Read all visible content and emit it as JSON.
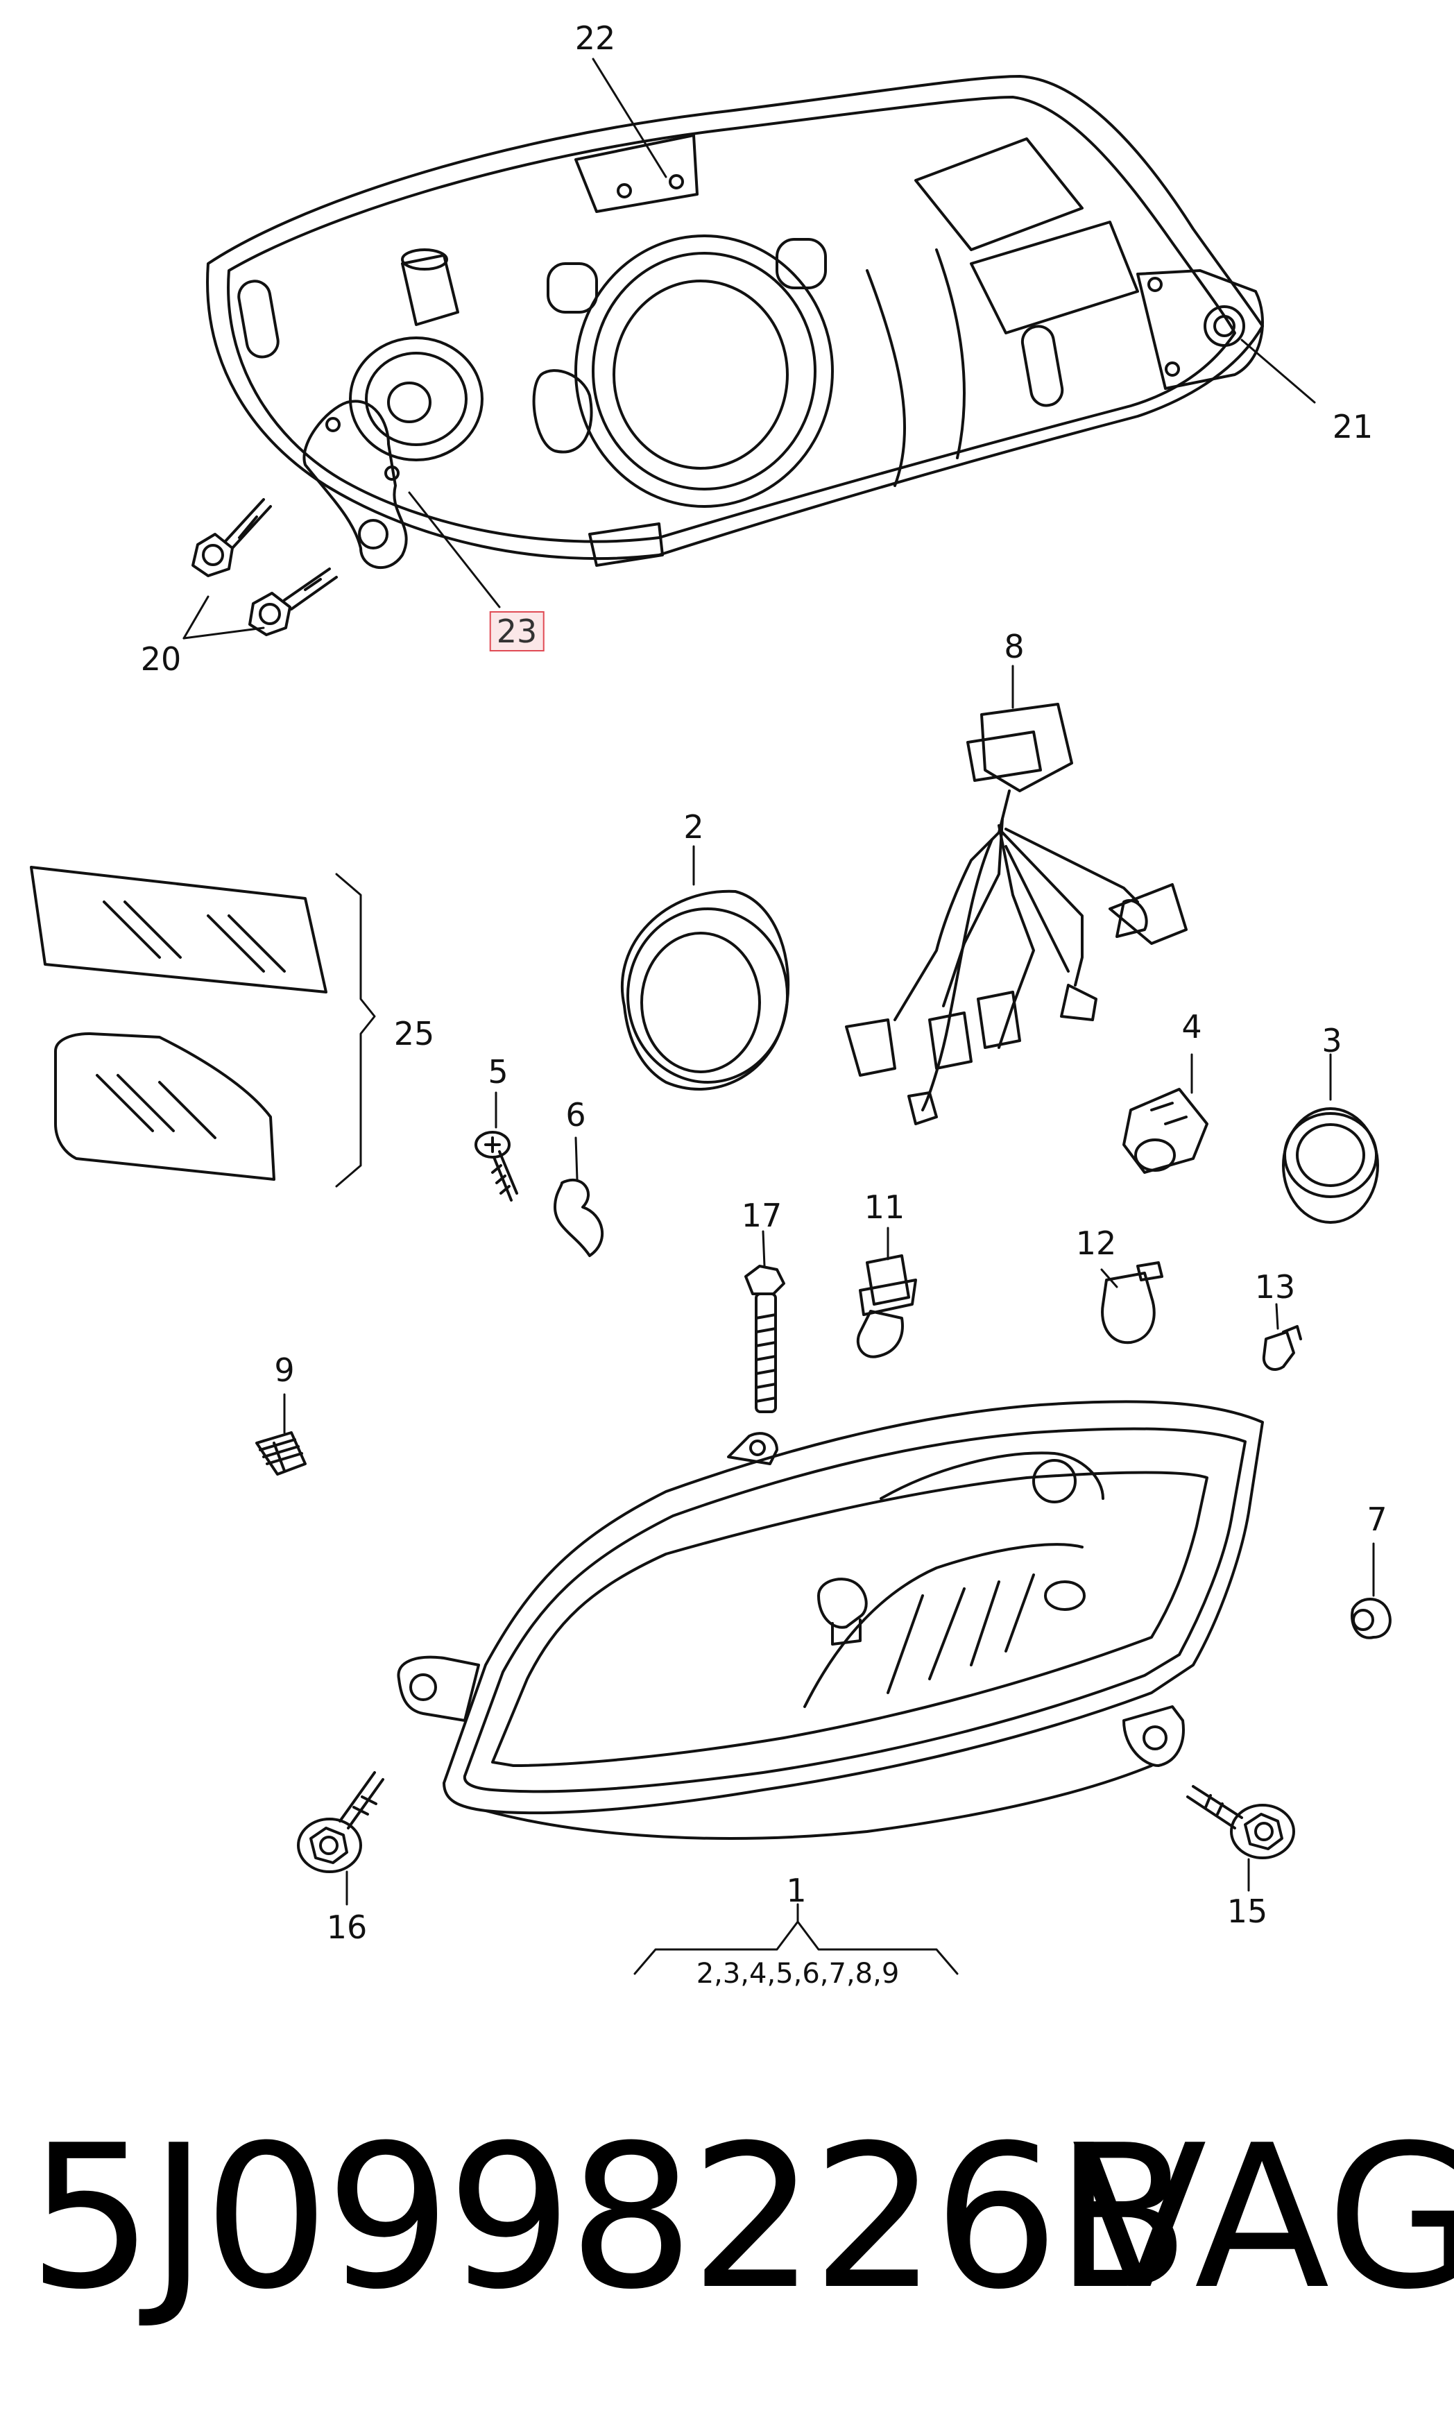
{
  "callouts": {
    "c22": "22",
    "c21": "21",
    "c23": "23",
    "c20": "20",
    "c8": "8",
    "c2": "2",
    "c25": "25",
    "c5": "5",
    "c6": "6",
    "c4": "4",
    "c3": "3",
    "c17": "17",
    "c11": "11",
    "c12": "12",
    "c13": "13",
    "c9": "9",
    "c7": "7",
    "c16": "16",
    "c15": "15",
    "c1": "1",
    "c1_includes": "2,3,4,5,6,7,8,9"
  },
  "footer": {
    "part_number": "5J0998226B",
    "brand": "VAG"
  },
  "colors": {
    "line": "#111111",
    "highlight_border": "#e04b55",
    "highlight_fill": "#fbe7e8"
  }
}
